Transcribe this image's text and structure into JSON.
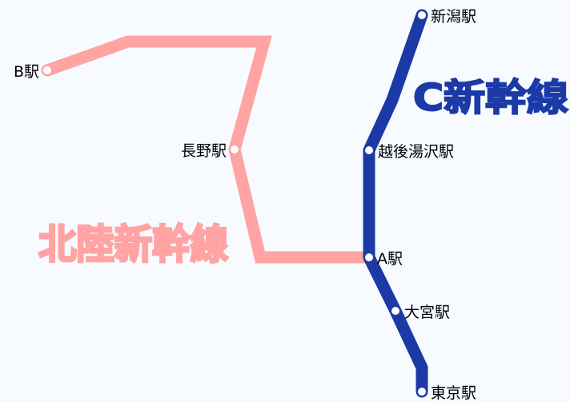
{
  "colors": {
    "background": "#f7fbff",
    "hokuriku_line": "#ffa3a3",
    "c_line": "#1c3aa6",
    "station_fill": "#ffffff",
    "label_text": "#000000"
  },
  "lines": {
    "hokuriku": {
      "name": "北陸新幹線"
    },
    "c": {
      "name": "C新幹線"
    }
  },
  "stations": {
    "niigata": "新潟駅",
    "echigo_yuzawa": "越後湯沢駅",
    "a": "A駅",
    "omiya": "大宮駅",
    "tokyo": "東京駅",
    "b": "B駅",
    "nagano": "長野駅"
  }
}
